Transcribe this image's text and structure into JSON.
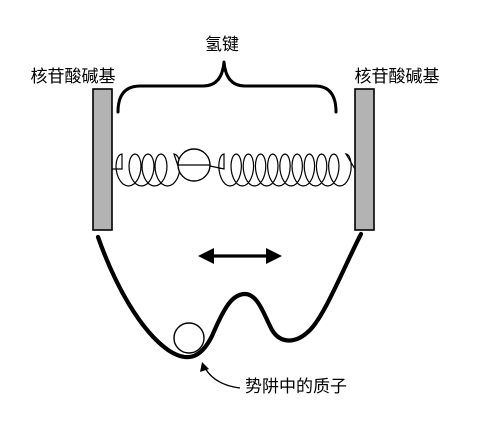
{
  "labels": {
    "left_base": "核苷酸碱基",
    "right_base": "核苷酸碱基",
    "bond": "氢键",
    "proton": "势阱中的质子"
  },
  "colors": {
    "line": "#000000",
    "plate_fill": "#b3b3b3",
    "background": "#ffffff"
  }
}
